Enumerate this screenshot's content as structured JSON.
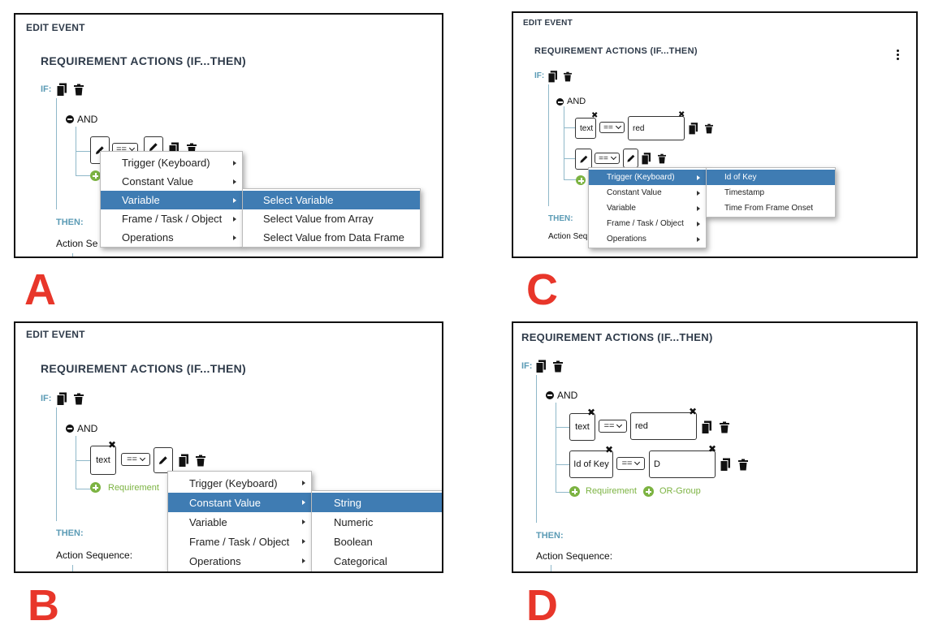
{
  "common": {
    "edit_event": "EDIT EVENT",
    "requirement_actions": "REQUIREMENT ACTIONS (IF...THEN)",
    "if_label": "IF:",
    "then_label": "THEN:",
    "and_label": "AND",
    "action_sequence": "Action Sequence:",
    "action_sequence_cut": "Action Se",
    "action_sequence_cut_c": "Action Seq",
    "requirement_link": "Requirement",
    "or_group_link": "OR-Group",
    "operator": "==",
    "close_mark": "✖"
  },
  "panel_a": {
    "letter": "A",
    "menu": [
      "Trigger (Keyboard)",
      "Constant Value",
      "Variable",
      "Frame / Task / Object",
      "Operations"
    ],
    "submenu": [
      "Select Variable",
      "Select Value from Array",
      "Select Value from Data Frame"
    ]
  },
  "panel_b": {
    "letter": "B",
    "left_value": "text",
    "menu": [
      "Trigger (Keyboard)",
      "Constant Value",
      "Variable",
      "Frame / Task / Object",
      "Operations"
    ],
    "submenu": [
      "String",
      "Numeric",
      "Boolean",
      "Categorical"
    ]
  },
  "panel_c": {
    "letter": "C",
    "row1_left": "text",
    "row1_right": "red",
    "menu": [
      "Trigger (Keyboard)",
      "Constant Value",
      "Variable",
      "Frame / Task / Object",
      "Operations"
    ],
    "submenu": [
      "Id of Key",
      "Timestamp",
      "Time From Frame Onset"
    ]
  },
  "panel_d": {
    "letter": "D",
    "row1_left": "text",
    "row1_right": "red",
    "row2_left": "Id of Key",
    "row2_right": "D"
  },
  "colors": {
    "accent_blue": "#3f7cb3",
    "label_teal": "#5b9bb5",
    "add_green": "#7cb342",
    "letter_red": "#e8362a"
  }
}
